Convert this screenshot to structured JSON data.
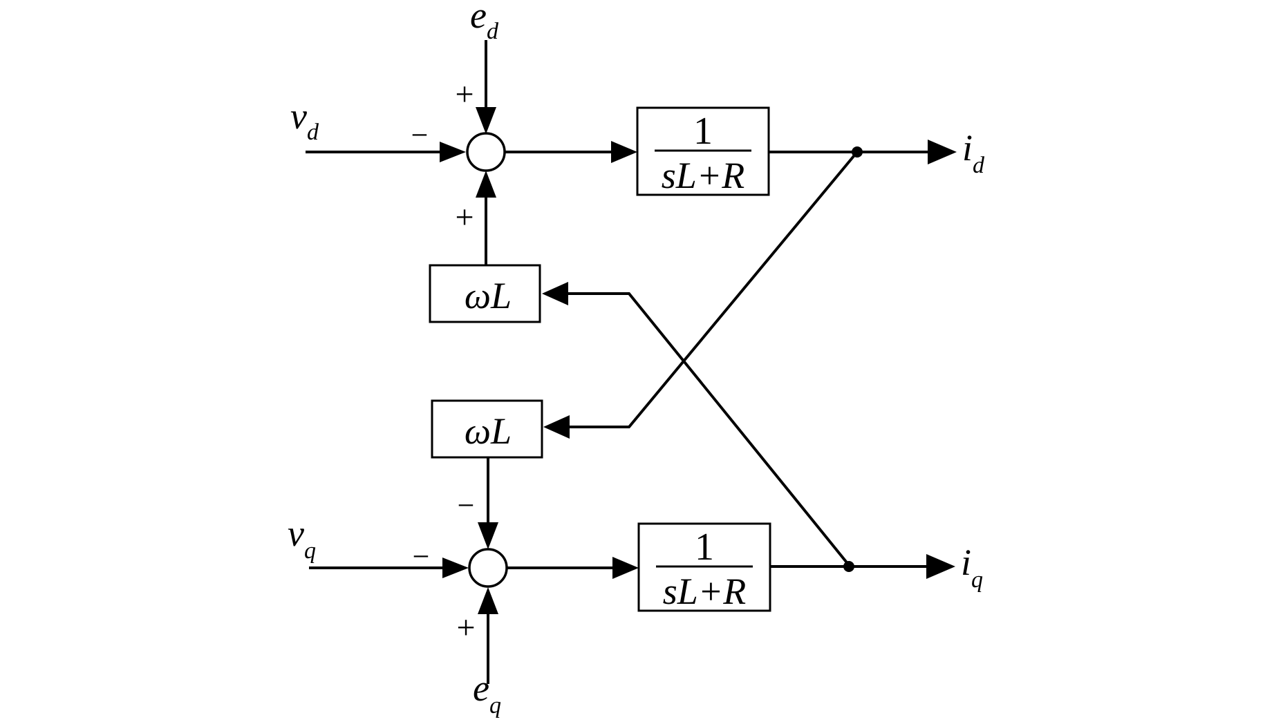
{
  "signals": {
    "ed": {
      "main": "e",
      "sub": "d"
    },
    "vd": {
      "main": "v",
      "sub": "d"
    },
    "id": {
      "main": "i",
      "sub": "d"
    },
    "vq": {
      "main": "v",
      "sub": "q"
    },
    "iq": {
      "main": "i",
      "sub": "q"
    },
    "eq": {
      "main": "e",
      "sub": "q"
    }
  },
  "signs": {
    "top_ed": "+",
    "top_vd": "−",
    "top_wl": "+",
    "bot_wl": "−",
    "bot_vq": "−",
    "bot_eq": "+"
  },
  "blocks": {
    "tf_top": {
      "num": "1",
      "den": "sL+R"
    },
    "tf_bot": {
      "num": "1",
      "den": "sL+R"
    },
    "wl_top": "ωL",
    "wl_bot": "ωL"
  }
}
